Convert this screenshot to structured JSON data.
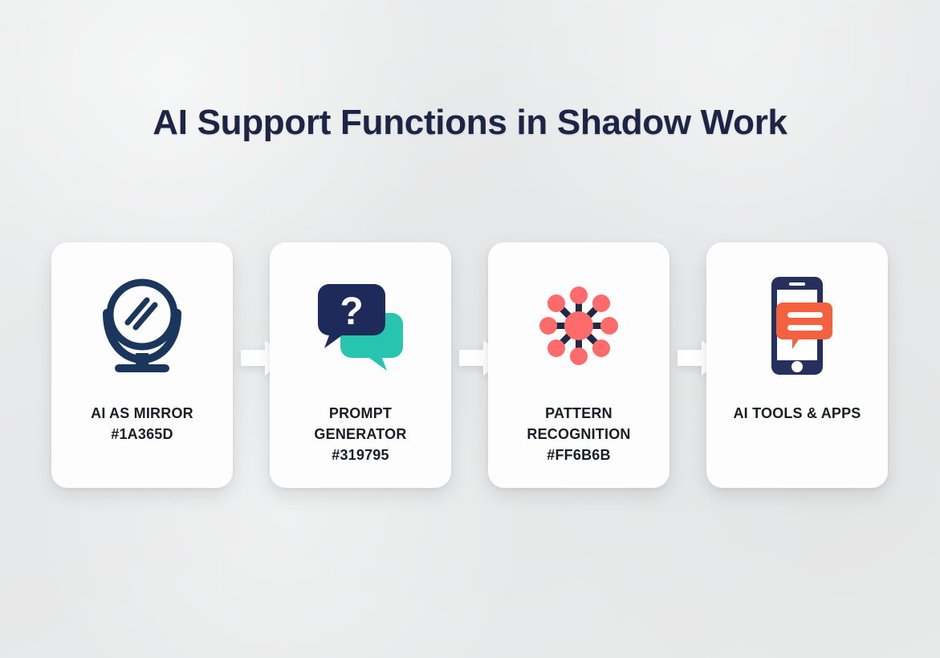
{
  "page": {
    "title": "AI Support Functions in Shadow Work",
    "background_color": "#e9eaeb",
    "title_color": "#1c2546",
    "card_background": "#fdfdfd",
    "label_color": "#1b1d26"
  },
  "palette": {
    "navy": "#1A365D",
    "navy_deep": "#1e2a5a",
    "teal": "#27c4b0",
    "coral": "#FF6B6B",
    "coral_deep": "#f4613f",
    "white": "#ffffff"
  },
  "flow": {
    "connector_icon": "chevron-right-icon",
    "connector_color": "#ffffff",
    "connectors": [
      {
        "name": "connector-1"
      },
      {
        "name": "connector-2"
      },
      {
        "name": "connector-3"
      }
    ],
    "cards": [
      {
        "id": "ai-as-mirror",
        "label": "AI AS MIRROR",
        "code": "#1A365D",
        "icon": "mirror-icon",
        "icon_colors": [
          "#1A365D"
        ]
      },
      {
        "id": "prompt-generator",
        "label": "PROMPT\nGENERATOR",
        "label_line_1": "PROMPT",
        "label_line_2": "GENERATOR",
        "code": "#319795",
        "icon": "speech-bubbles-question-icon",
        "icon_colors": [
          "#1e2a5a",
          "#27c4b0",
          "#ffffff"
        ]
      },
      {
        "id": "pattern-recognition",
        "label": "PATTERN\nRECOGNITION",
        "label_line_1": "PATTERN",
        "label_line_2": "RECOGNITION",
        "code": "#FF6B6B",
        "icon": "network-nodes-icon",
        "icon_colors": [
          "#FF6B6B",
          "#1e2a46"
        ],
        "node_count": 8
      },
      {
        "id": "ai-tools-and-apps",
        "label": "AI TOOLS & APPS",
        "code": "",
        "icon": "smartphone-chat-icon",
        "icon_colors": [
          "#25305c",
          "#f4613f",
          "#ffffff"
        ]
      }
    ]
  }
}
